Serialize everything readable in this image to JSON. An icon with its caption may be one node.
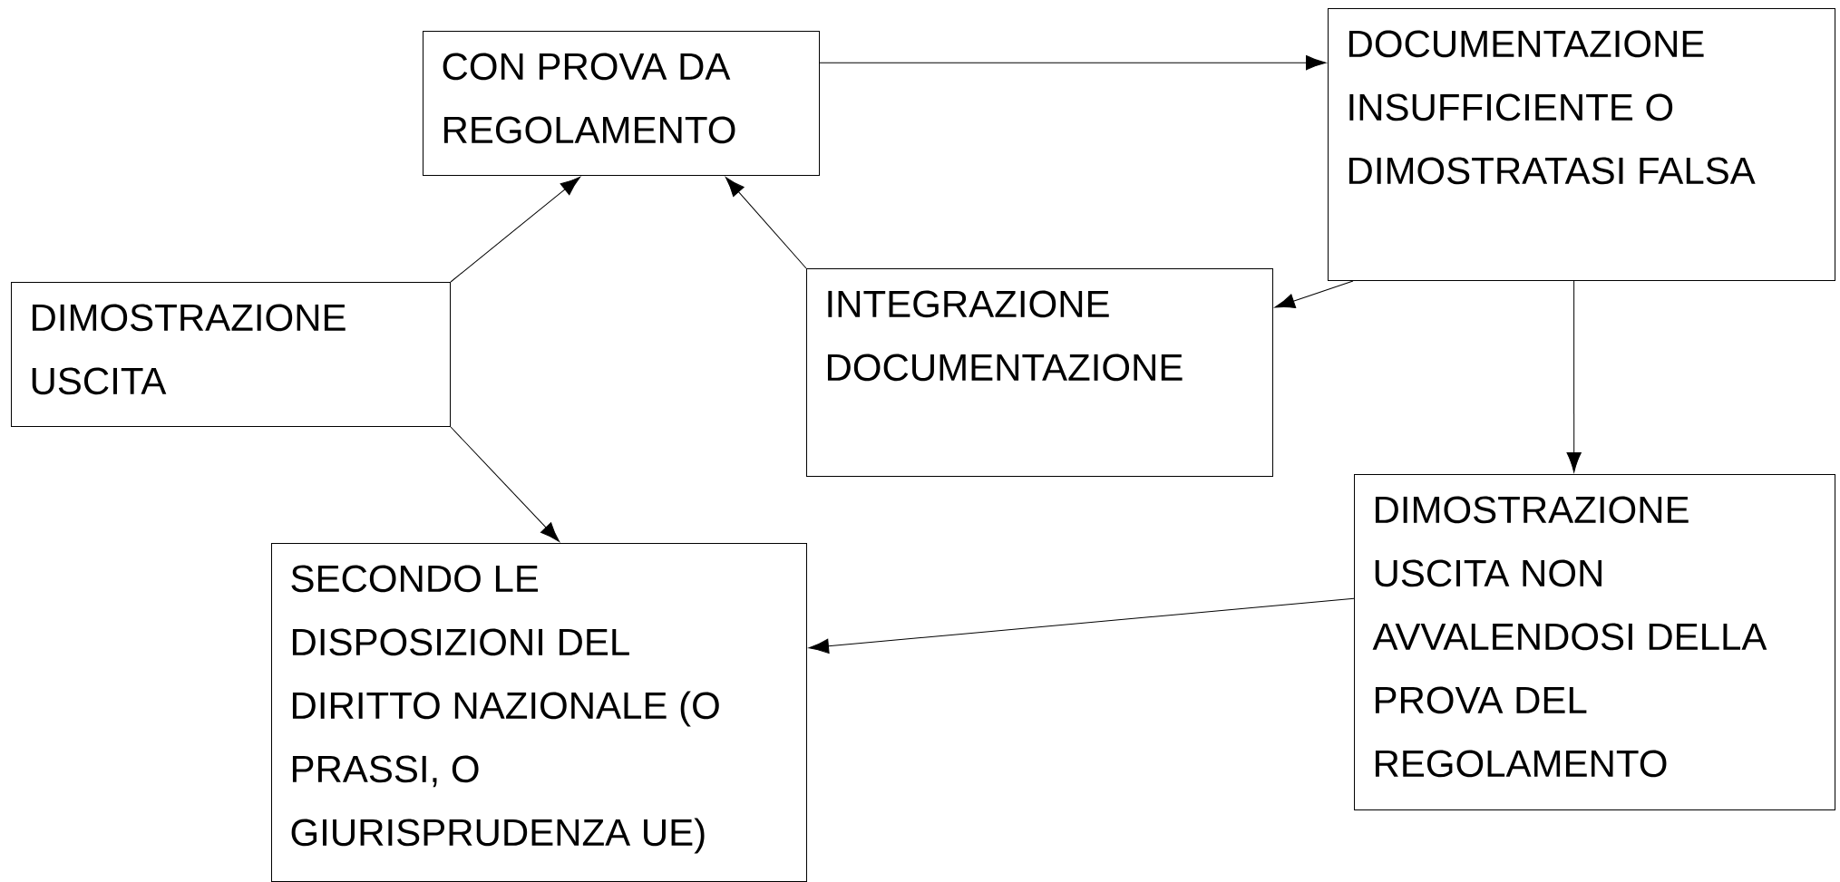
{
  "diagram": {
    "nodes": [
      {
        "text": [
          "CON PROVA DA REGOLAMENTO"
        ]
      },
      {
        "text": [
          "DOCUMENTAZIONE INSUFFICIENTE O DIMOSTRATASI FALSA"
        ]
      },
      {
        "text": [
          "DIMOSTRAZIONE USCITA"
        ]
      },
      {
        "text": [
          "INTEGRAZIONE DOCUMENTAZIONE"
        ]
      },
      {
        "text": [
          "DIMOSTRAZIONE USCITA NON AVVALENDOSI DELLA PROVA DEL REGOLAMENTO"
        ]
      },
      {
        "text": [
          "SECONDO LE DISPOSIZIONI DEL DIRITTO NAZIONALE (O PRASSI, O GIURISPRUDENZA UE)"
        ]
      }
    ],
    "edges": [
      {
        "from": 2,
        "to": 0,
        "arrow": "to"
      },
      {
        "from": 2,
        "to": 5,
        "arrow": "to"
      },
      {
        "from": 0,
        "to": 1,
        "arrow": "to"
      },
      {
        "from": 1,
        "to": 3,
        "arrow": "to"
      },
      {
        "from": 3,
        "to": 0,
        "arrow": "to"
      },
      {
        "from": 1,
        "to": 4,
        "arrow": "to"
      },
      {
        "from": 4,
        "to": 5,
        "arrow": "to"
      }
    ]
  }
}
